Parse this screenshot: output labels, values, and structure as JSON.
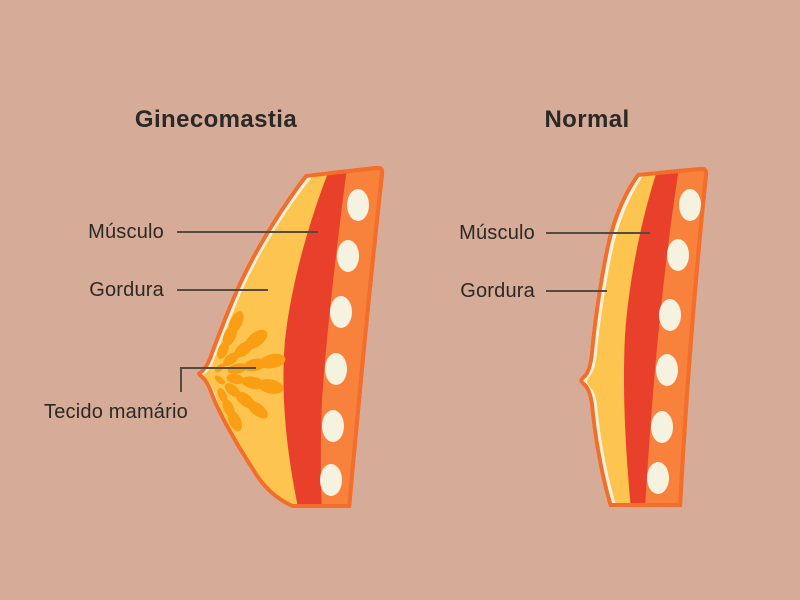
{
  "background_color": "#D6AB97",
  "text_color": "#2B2926",
  "pointer_line_color": "#524C45",
  "colors": {
    "body_outline_orange": "#F26E2A",
    "skin_cream": "#FBF2DE",
    "fat_yellow": "#FDC44F",
    "muscle_red": "#E9402C",
    "rib_column_orange": "#F8813C",
    "rib_oval_cream": "#F6F2E0",
    "mammary_gland_orange": "#FA9E14"
  },
  "panels": [
    {
      "id": "ginecomastia",
      "title": "Ginecomastia",
      "labels": [
        {
          "text": "Músculo",
          "target": "muscle-layer"
        },
        {
          "text": "Gordura",
          "target": "fat-layer"
        },
        {
          "text": "Tecido mamário",
          "target": "mammary-tissue"
        }
      ]
    },
    {
      "id": "normal",
      "title": "Normal",
      "labels": [
        {
          "text": "Músculo",
          "target": "muscle-layer"
        },
        {
          "text": "Gordura",
          "target": "fat-layer"
        }
      ]
    }
  ]
}
